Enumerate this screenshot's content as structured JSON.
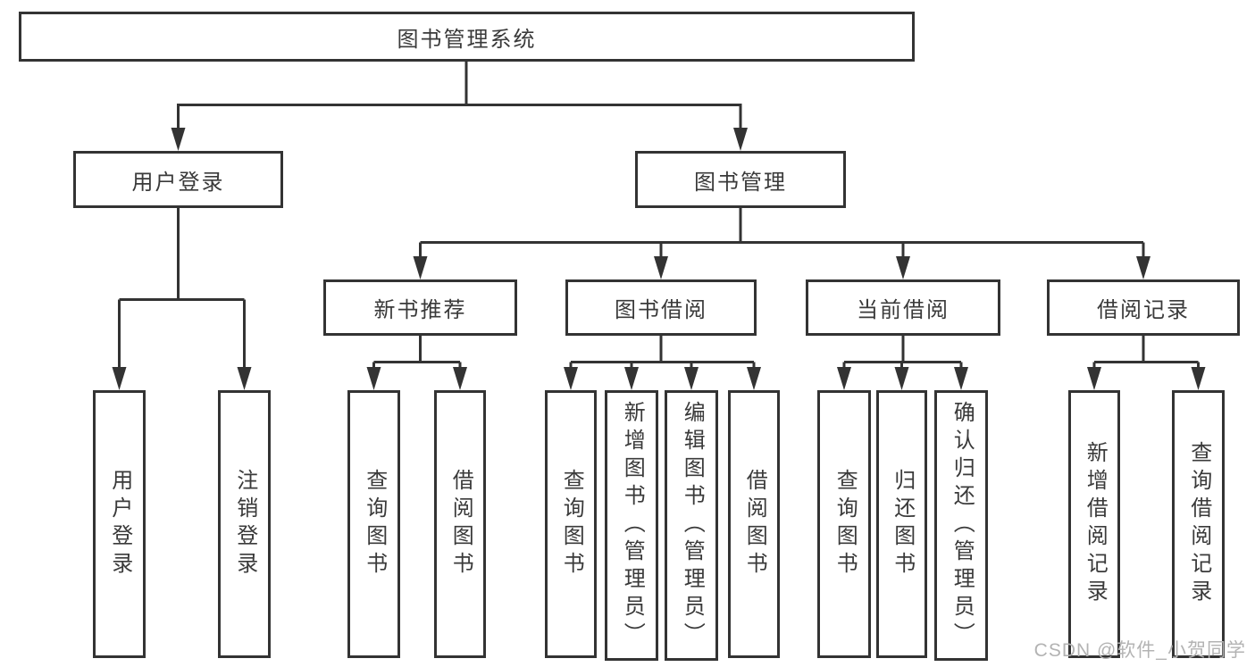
{
  "tree": {
    "label": "图书管理系统",
    "children": [
      {
        "label": "用户登录",
        "children": [
          {
            "label": "用户登录"
          },
          {
            "label": "注销登录"
          }
        ]
      },
      {
        "label": "图书管理",
        "children": [
          {
            "label": "新书推荐",
            "children": [
              {
                "label": "查询图书"
              },
              {
                "label": "借阅图书"
              }
            ]
          },
          {
            "label": "图书借阅",
            "children": [
              {
                "label": "查询图书"
              },
              {
                "label": "新增图书（管理员）"
              },
              {
                "label": "编辑图书（管理员）"
              },
              {
                "label": "借阅图书"
              }
            ]
          },
          {
            "label": "当前借阅",
            "children": [
              {
                "label": "查询图书"
              },
              {
                "label": "归还图书"
              },
              {
                "label": "确认归还（管理员）"
              }
            ]
          },
          {
            "label": "借阅记录",
            "children": [
              {
                "label": "新增借阅记录"
              },
              {
                "label": "查询借阅记录"
              }
            ]
          }
        ]
      }
    ]
  },
  "watermark": {
    "text": "CSDN @软件_小贺同学"
  },
  "colors": {
    "line": "#333333",
    "text": "#3a3a3a",
    "watermark": "#b3b3b3",
    "background": "#ffffff"
  }
}
